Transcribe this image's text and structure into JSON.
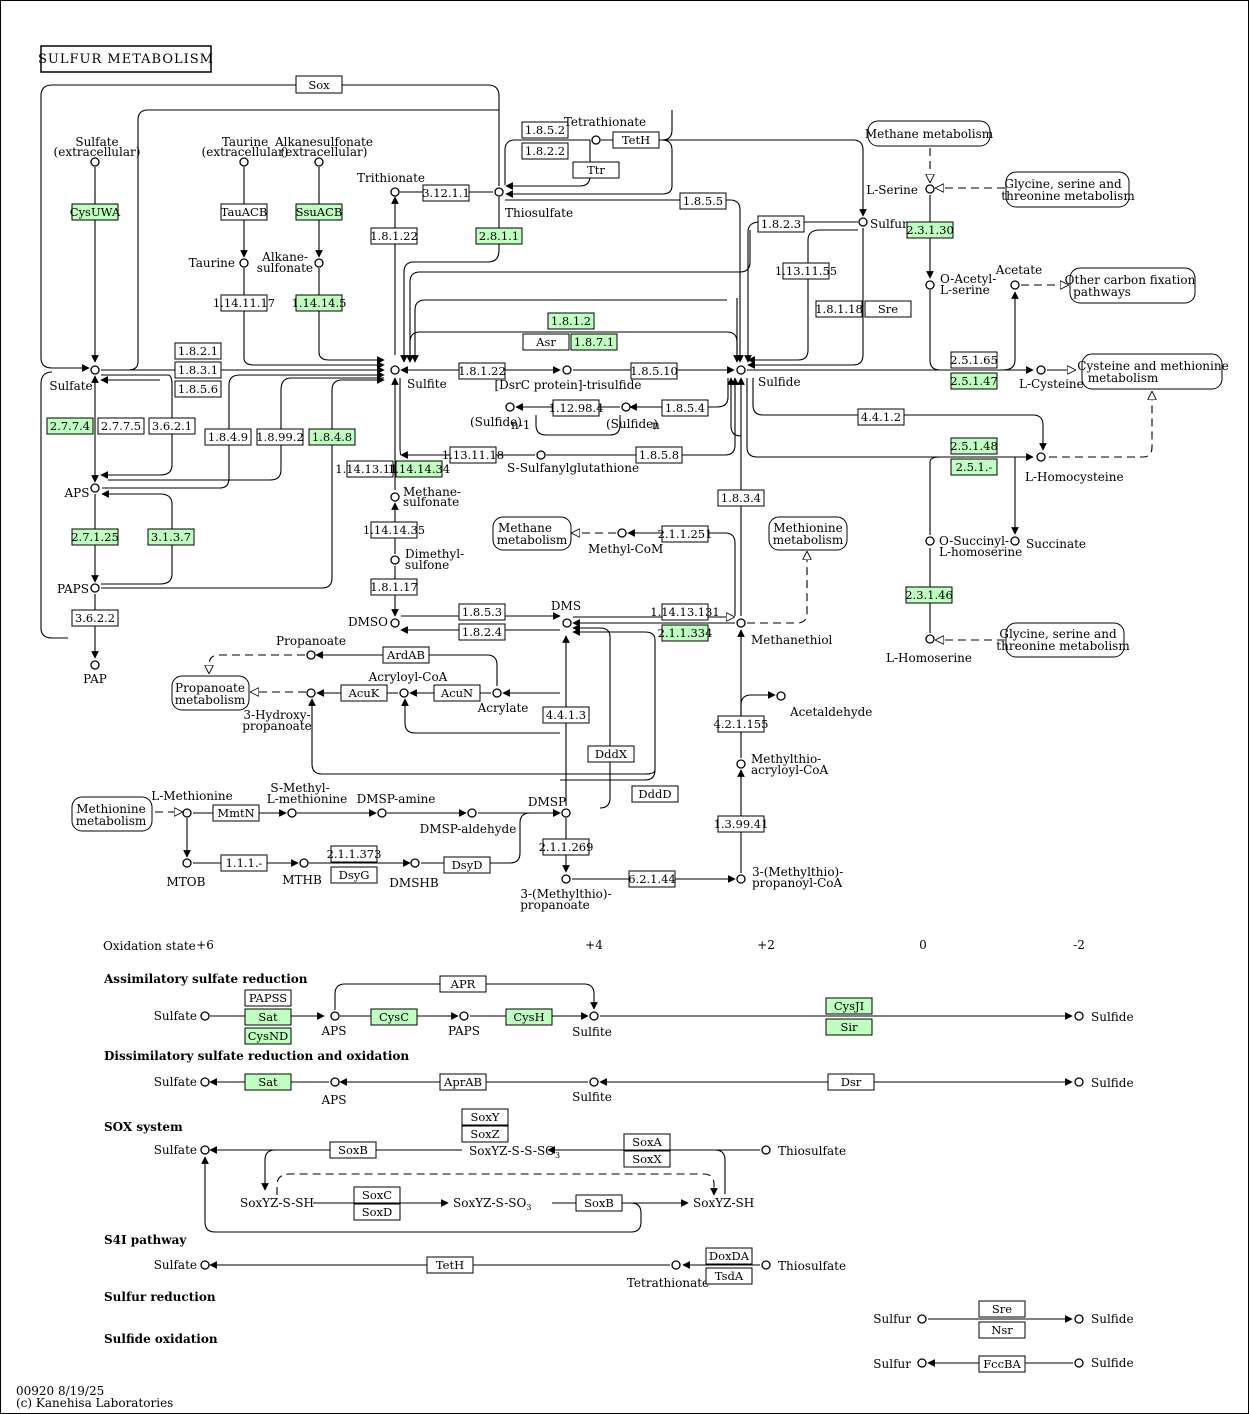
{
  "title": "SULFUR METABOLISM",
  "colors": {
    "highlight": "#bfffbf",
    "line": "#000000",
    "background": "#ffffff"
  },
  "compounds": {
    "sulfate_ext_1": "Sulfate",
    "sulfate_ext_2": "(extracellular)",
    "taurine_ext_1": "Taurine",
    "taurine_ext_2": "(extracellular)",
    "alkanesulfonate_ext_1": "Alkanesulfonate",
    "alkanesulfonate_ext_2": "(extracellular)",
    "taurine": "Taurine",
    "alkanesulfonate_1": "Alkane-",
    "alkanesulfonate_2": "sulfonate",
    "trithionate": "Trithionate",
    "tetrathionate": "Tetrathionate",
    "thiosulfate": "Thiosulfate",
    "sulfur": "Sulfur",
    "l_serine": "L-Serine",
    "o_acetyl_1": "O-Acetyl-",
    "o_acetyl_2": "L-serine",
    "acetate": "Acetate",
    "sulfate": "Sulfate",
    "sulfite": "Sulfite",
    "dsrc": "[DsrC protein]-trisulfide",
    "sulfide": "Sulfide",
    "sulfide_n1": "(Sulfide)",
    "sulfide_n1_sub": "n-1",
    "sulfide_n": "(Sulfide)",
    "sulfide_n_sub": "n",
    "l_cysteine": "L-Cysteine",
    "aps": "APS",
    "paps": "PAPS",
    "pap": "PAP",
    "s_sulfanyl": "S-Sulfanylglutathione",
    "l_homocysteine": "L-Homocysteine",
    "methanesulfonate_1": "Methane-",
    "methanesulfonate_2": "sulfonate",
    "dimethylsulfone_1": "Dimethyl-",
    "dimethylsulfone_2": "sulfone",
    "methyl_com": "Methyl-CoM",
    "o_succinyl_1": "O-Succinyl-",
    "o_succinyl_2": "L-homoserine",
    "succinate": "Succinate",
    "dmso": "DMSO",
    "dms": "DMS",
    "methanethiol": "Methanethiol",
    "l_homoserine": "L-Homoserine",
    "propanoate": "Propanoate",
    "acryloyl_coa": "Acryloyl-CoA",
    "acrylate": "Acrylate",
    "hydroxypropanoate_1": "3-Hydroxy-",
    "hydroxypropanoate_2": "propanoate",
    "acetaldehyde": "Acetaldehyde",
    "methylthioacryloyl_1": "Methylthio-",
    "methylthioacryloyl_2": "acryloyl-CoA",
    "l_methionine": "L-Methionine",
    "s_methyl_1": "S-Methyl-",
    "s_methyl_2": "L-methionine",
    "dmsp_amine": "DMSP-amine",
    "dmsp": "DMSP",
    "dmsp_aldehyde": "DMSP-aldehyde",
    "mtob": "MTOB",
    "mthb": "MTHB",
    "dmshb": "DMSHB",
    "methylthiopropanoate_1": "3-(Methylthio)-",
    "methylthiopropanoate_2": "propanoate",
    "methylthiopropanoyl_1": "3-(Methylthio)-",
    "methylthiopropanoyl_2": "propanoyl-CoA"
  },
  "maps": {
    "methane_metabolism": "Methane metabolism",
    "glycine_1_a": "Glycine, serine and",
    "glycine_1_b": "threonine metabolism",
    "other_carbon_a": "Other carbon fixation",
    "other_carbon_b": "pathways",
    "cysteine_a": "Cysteine and methionine",
    "cysteine_b": "metabolism",
    "methane_2_a": "Methane",
    "methane_2_b": "metabolism",
    "methionine_a": "Methionine",
    "methionine_b": "metabolism",
    "glycine_2_a": "Glycine, serine and",
    "glycine_2_b": "threonine metabolism",
    "propanoate_a": "Propanoate",
    "propanoate_b": "metabolism",
    "methionine_2_a": "Methionine",
    "methionine_2_b": "metabolism"
  },
  "enzymes": {
    "sox": "Sox",
    "cysuwa": "CysUWA",
    "taucab": "TauACB",
    "ssuacb": "SsuACB",
    "e1_14_11_17": "1.14.11.17",
    "e1_14_14_5": "1.14.14.5",
    "e1_8_5_2": "1.8.5.2",
    "e1_8_2_2": "1.8.2.2",
    "teth": "TetH",
    "ttr": "Ttr",
    "e3_12_1_1": "3.12.1.1",
    "e1_8_1_22a": "1.8.1.22",
    "e2_8_1_1": "2.8.1.1",
    "e1_8_5_5": "1.8.5.5",
    "e1_8_2_3": "1.8.2.3",
    "e1_13_11_55": "1.13.11.55",
    "e1_8_1_18": "1.8.1.18",
    "sre": "Sre",
    "e2_3_1_30": "2.3.1.30",
    "e1_8_1_2": "1.8.1.2",
    "asr": "Asr",
    "e1_8_7_1": "1.8.7.1",
    "e1_8_2_1": "1.8.2.1",
    "e1_8_3_1": "1.8.3.1",
    "e1_8_5_6": "1.8.5.6",
    "e1_8_1_22b": "1.8.1.22",
    "e1_8_5_10": "1.8.5.10",
    "e2_5_1_65": "2.5.1.65",
    "e2_5_1_47": "2.5.1.47",
    "e2_7_7_4": "2.7.7.4",
    "e2_7_7_5": "2.7.7.5",
    "e3_6_2_1": "3.6.2.1",
    "e1_8_4_9": "1.8.4.9",
    "e1_8_99_2": "1.8.99.2",
    "e1_8_4_8": "1.8.4.8",
    "e1_12_98_4": "1.12.98.4",
    "e1_8_5_4": "1.8.5.4",
    "e4_4_1_2": "4.4.1.2",
    "e1_13_11_18": "1.13.11.18",
    "e1_8_5_8": "1.8.5.8",
    "e2_5_1_48": "2.5.1.48",
    "e2_5_1_": "2.5.1.-",
    "e1_14_13_111": "1.14.13.111",
    "e1_14_14_34": "1.14.14.34",
    "e1_8_3_4": "1.8.3.4",
    "e2_7_1_25": "2.7.1.25",
    "e3_1_3_7": "3.1.3.7",
    "e1_14_14_35": "1.14.14.35",
    "e2_1_1_251": "2.1.1.251",
    "e1_8_1_17": "1.8.1.17",
    "e2_3_1_46": "2.3.1.46",
    "e3_6_2_2": "3.6.2.2",
    "e1_8_5_3": "1.8.5.3",
    "e1_14_13_131": "1.14.13.131",
    "e1_8_2_4": "1.8.2.4",
    "e2_1_1_334": "2.1.1.334",
    "ardab": "ArdAB",
    "acuk": "AcuK",
    "acun": "AcuN",
    "e4_4_1_3": "4.4.1.3",
    "e4_2_1_155": "4.2.1.155",
    "dddx": "DddX",
    "dddd": "DddD",
    "mmtn": "MmtN",
    "e1_3_99_41": "1.3.99.41",
    "e1_1_1_": "1.1.1.-",
    "e2_1_1_373": "2.1.1.373",
    "dsyg": "DsyG",
    "dsyd": "DsyD",
    "e2_1_1_269": "2.1.1.269",
    "e6_2_1_44": "6.2.1.44"
  },
  "oxidation": {
    "label": "Oxidation state",
    "p6": "+6",
    "p4": "+4",
    "p2": "+2",
    "z": "0",
    "m2": "-2"
  },
  "modules": {
    "assim": {
      "title": "Assimilatory sulfate reduction",
      "sulfate": "Sulfate",
      "aps": "APS",
      "paps": "PAPS",
      "sulfite": "Sulfite",
      "sulfide": "Sulfide",
      "papss": "PAPSS",
      "sat": "Sat",
      "cysnd": "CysND",
      "cysc": "CysC",
      "apr": "APR",
      "cysh": "CysH",
      "cysji": "CysJI",
      "sir": "Sir"
    },
    "dissim": {
      "title": "Dissimilatory sulfate reduction and oxidation",
      "sulfate": "Sulfate",
      "aps": "APS",
      "sulfite": "Sulfite",
      "sulfide": "Sulfide",
      "sat": "Sat",
      "aprab": "AprAB",
      "dsr": "Dsr"
    },
    "sox": {
      "title": "SOX system",
      "sulfate": "Sulfate",
      "thiosulfate": "Thiosulfate",
      "soxyz_sso3_a": "SoxYZ-S-S-SO",
      "soxyz_sso3_b": "3",
      "soxyz_ssh": "SoxYZ-S-SH",
      "soxyz_so3_a": "SoxYZ-S-SO",
      "soxyz_so3_b": "3",
      "soxyz_sh": "SoxYZ-SH",
      "soxy": "SoxY",
      "soxz": "SoxZ",
      "soxa": "SoxA",
      "soxx": "SoxX",
      "soxb1": "SoxB",
      "soxc": "SoxC",
      "soxd": "SoxD",
      "soxb2": "SoxB"
    },
    "s4i": {
      "title": "S4I pathway",
      "sulfate": "Sulfate",
      "thiosulfate": "Thiosulfate",
      "tetrathionate": "Tetrathionate",
      "teth": "TetH",
      "doxda": "DoxDA",
      "tsda": "TsdA"
    },
    "sred": {
      "title": "Sulfur reduction",
      "sulfur": "Sulfur",
      "sulfide": "Sulfide",
      "sre": "Sre",
      "nsr": "Nsr"
    },
    "sox2": {
      "title": "Sulfide oxidation",
      "sulfur": "Sulfur",
      "sulfide": "Sulfide",
      "fccba": "FccBA"
    }
  },
  "footer": {
    "id": "00920 8/19/25",
    "copyright": "(c) Kanehisa Laboratories"
  }
}
